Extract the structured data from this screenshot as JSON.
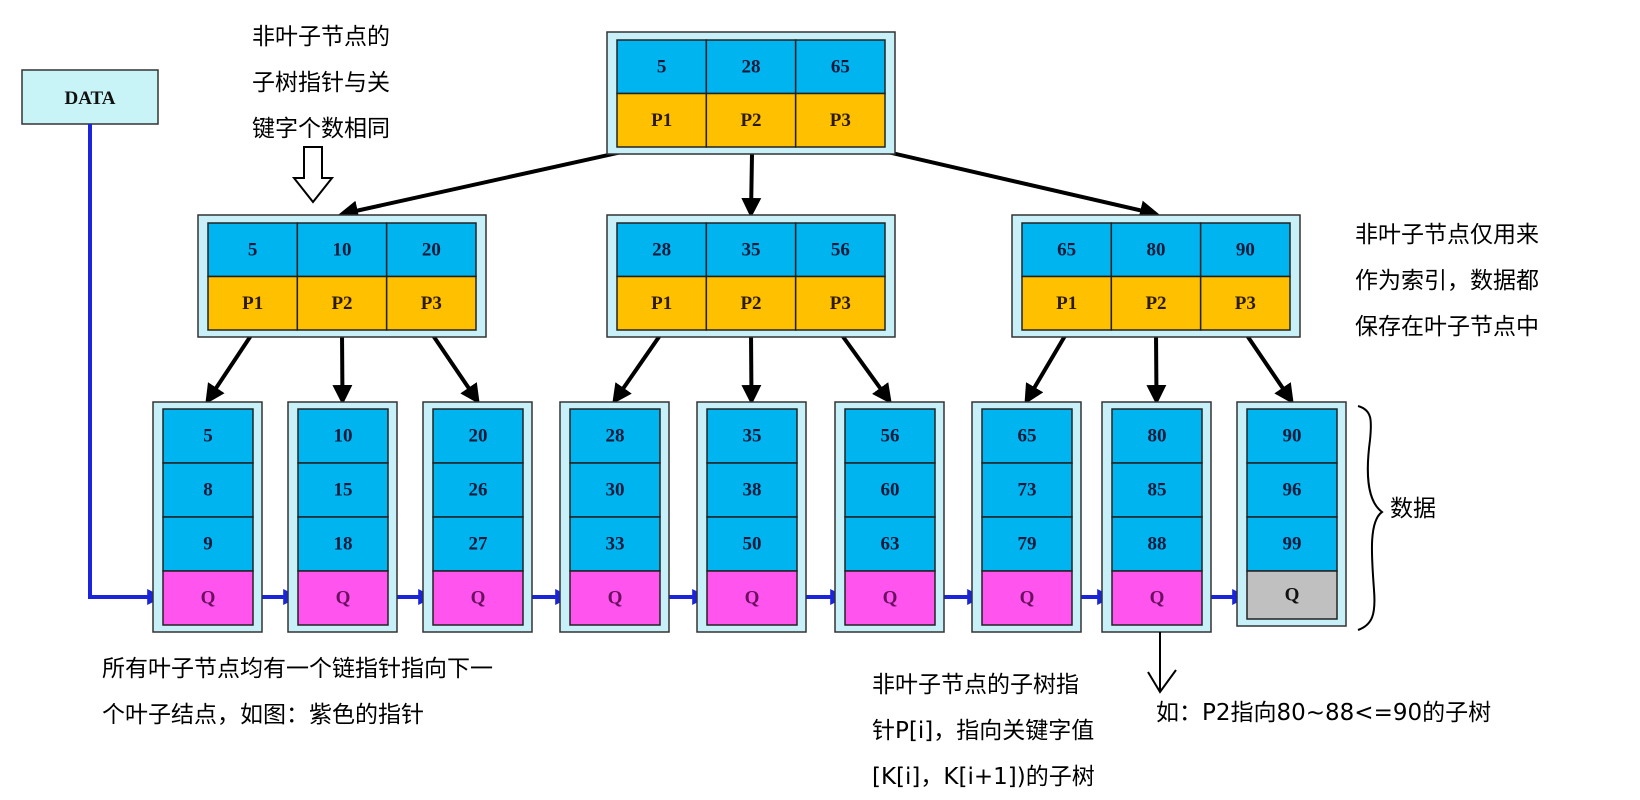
{
  "colors": {
    "key_cell": "#00b4f0",
    "pointer_cell": "#ffc000",
    "leaf_link_cell": "#ff55ee",
    "leaf_end_cell": "#c0c0c0",
    "node_frame": "#c8f0f8",
    "data_box": "#c8f4f8",
    "link_arrow": "#1a24d8",
    "tree_arrow": "#000000",
    "key_text": "#0a1a3a"
  },
  "data_box": {
    "label": "DATA"
  },
  "root": {
    "keys": [
      "5",
      "28",
      "65"
    ],
    "pointers": [
      "P1",
      "P2",
      "P3"
    ]
  },
  "internal_nodes": [
    {
      "keys": [
        "5",
        "10",
        "20"
      ],
      "pointers": [
        "P1",
        "P2",
        "P3"
      ]
    },
    {
      "keys": [
        "28",
        "35",
        "56"
      ],
      "pointers": [
        "P1",
        "P2",
        "P3"
      ]
    },
    {
      "keys": [
        "65",
        "80",
        "90"
      ],
      "pointers": [
        "P1",
        "P2",
        "P3"
      ]
    }
  ],
  "leaves": [
    {
      "keys": [
        "5",
        "8",
        "9"
      ],
      "link": "Q",
      "is_last": false
    },
    {
      "keys": [
        "10",
        "15",
        "18"
      ],
      "link": "Q",
      "is_last": false
    },
    {
      "keys": [
        "20",
        "26",
        "27"
      ],
      "link": "Q",
      "is_last": false
    },
    {
      "keys": [
        "28",
        "30",
        "33"
      ],
      "link": "Q",
      "is_last": false
    },
    {
      "keys": [
        "35",
        "38",
        "50"
      ],
      "link": "Q",
      "is_last": false
    },
    {
      "keys": [
        "56",
        "60",
        "63"
      ],
      "link": "Q",
      "is_last": false
    },
    {
      "keys": [
        "65",
        "73",
        "79"
      ],
      "link": "Q",
      "is_last": false
    },
    {
      "keys": [
        "80",
        "85",
        "88"
      ],
      "link": "Q",
      "is_last": false
    },
    {
      "keys": [
        "90",
        "96",
        "99"
      ],
      "link": "Q",
      "is_last": true
    }
  ],
  "annotations": {
    "pointer_count": [
      "非叶子节点的",
      "子树指针与关",
      "键字个数相同"
    ],
    "index_only": [
      "非叶子节点仅用来",
      "作为索引，数据都",
      "保存在叶子节点中"
    ],
    "data_label": "数据",
    "leaf_chain": [
      "所有叶子节点均有一个链指针指向下一",
      "个叶子结点，如图：紫色的指针"
    ],
    "subtree_rule": [
      "非叶子节点的子树指",
      "针P[i]，指向关键字值",
      "[K[i]，K[i+1])的子树"
    ],
    "example": "如：P2指向80~88<=90的子树"
  }
}
